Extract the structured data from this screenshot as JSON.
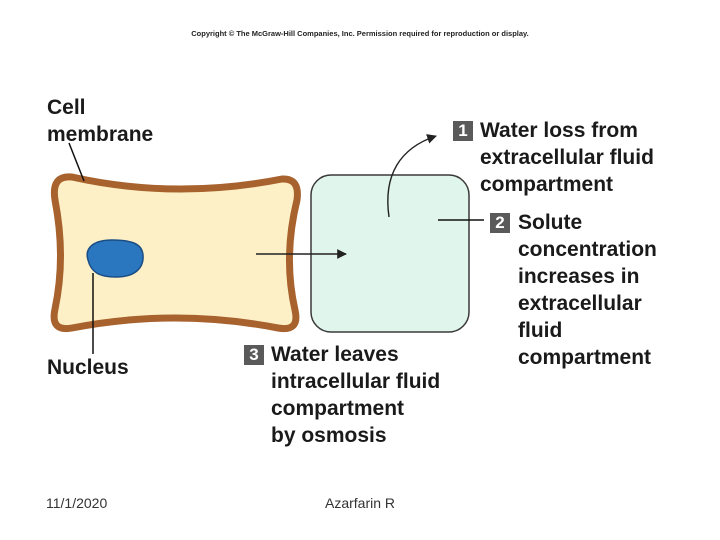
{
  "copyright": "Copyright © The McGraw-Hill Companies, Inc. Permission required for reproduction or display.",
  "labels": {
    "cell_membrane": "Cell\nmembrane",
    "nucleus": "Nucleus"
  },
  "steps": [
    {
      "number": "1",
      "text": "Water loss from\nextracellular fluid\ncompartment"
    },
    {
      "number": "2",
      "text": "Solute\nconcentration\nincreases in\nextracellular\nfluid\ncompartment"
    },
    {
      "number": "3",
      "text": "Water leaves\nintracellular fluid\ncompartment\nby osmosis"
    }
  ],
  "footer": {
    "date": "11/1/2020",
    "author": "Azarfarin R"
  },
  "colors": {
    "membrane": "#a8622e",
    "cytoplasm": "#fdf0c6",
    "nucleus": "#2b77bf",
    "extracellular": "#e0f5ec",
    "badge": "#5a5a5a"
  }
}
